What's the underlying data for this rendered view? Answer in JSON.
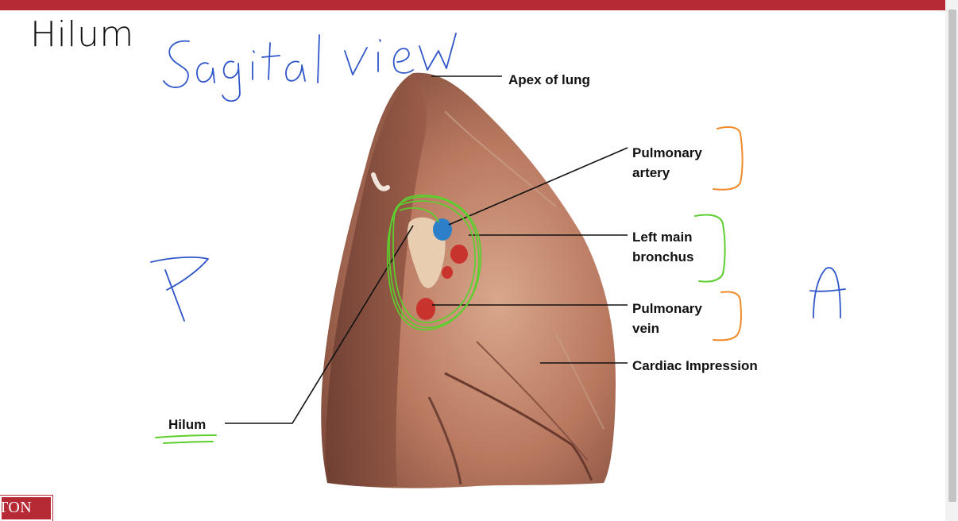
{
  "slide": {
    "title": "Hilum",
    "labels": {
      "apex": "Apex of lung",
      "pulmonary_artery_line1": "Pulmonary",
      "pulmonary_artery_line2": "artery",
      "left_main_bronchus_line1": "Left main",
      "left_main_bronchus_line2": "bronchus",
      "pulmonary_vein_line1": "Pulmonary",
      "pulmonary_vein_line2": "vein",
      "cardiac_impression": "Cardiac Impression",
      "hilum": "Hilum"
    },
    "footer_logo_text": "TON"
  },
  "annotations": {
    "handwritten_title": "Sagital view",
    "posterior_letter": "P",
    "anterior_letter": "A"
  },
  "colors": {
    "top_bar": "#b52a35",
    "ink_blue": "#2f56c9",
    "ink_green": "#5ccf2f",
    "ink_orange": "#f08a2a",
    "lung_tissue": "#a86a55",
    "artery_blue": "#2d7fc9",
    "vein_red": "#c8332d"
  }
}
